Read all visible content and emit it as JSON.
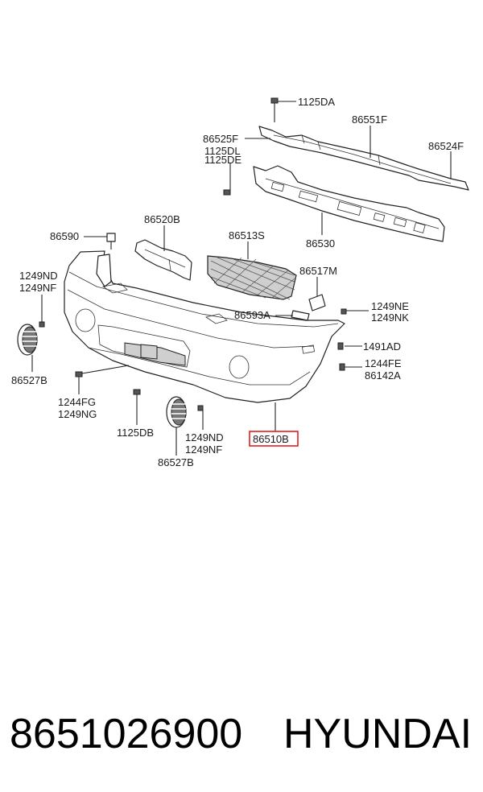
{
  "callouts": {
    "c1125DA": "1125DA",
    "c86551F": "86551F",
    "c86525F": "86525F",
    "c1125DL": "1125DL",
    "c1125DE": "1125DE",
    "c86524F": "86524F",
    "c86520B": "86520B",
    "c86513S": "86513S",
    "c86530": "86530",
    "c86590": "86590",
    "c1249ND_a": "1249ND",
    "c1249NF_a": "1249NF",
    "c86517M": "86517M",
    "c86593A": "86593A",
    "c1249NE": "1249NE",
    "c1249NK": "1249NK",
    "c1491AD": "1491AD",
    "c1244FE": "1244FE",
    "c86142A": "86142A",
    "c86527B_a": "86527B",
    "c1244FG": "1244FG",
    "c1249NG": "1249NG",
    "c1125DB": "1125DB",
    "c1249ND_b": "1249ND",
    "c1249NF_b": "1249NF",
    "c86527B_b": "86527B",
    "c86510B": "86510B"
  },
  "highlight_color": "#e02020",
  "footer": {
    "part_number": "8651026900",
    "brand": "HYUNDAI"
  }
}
